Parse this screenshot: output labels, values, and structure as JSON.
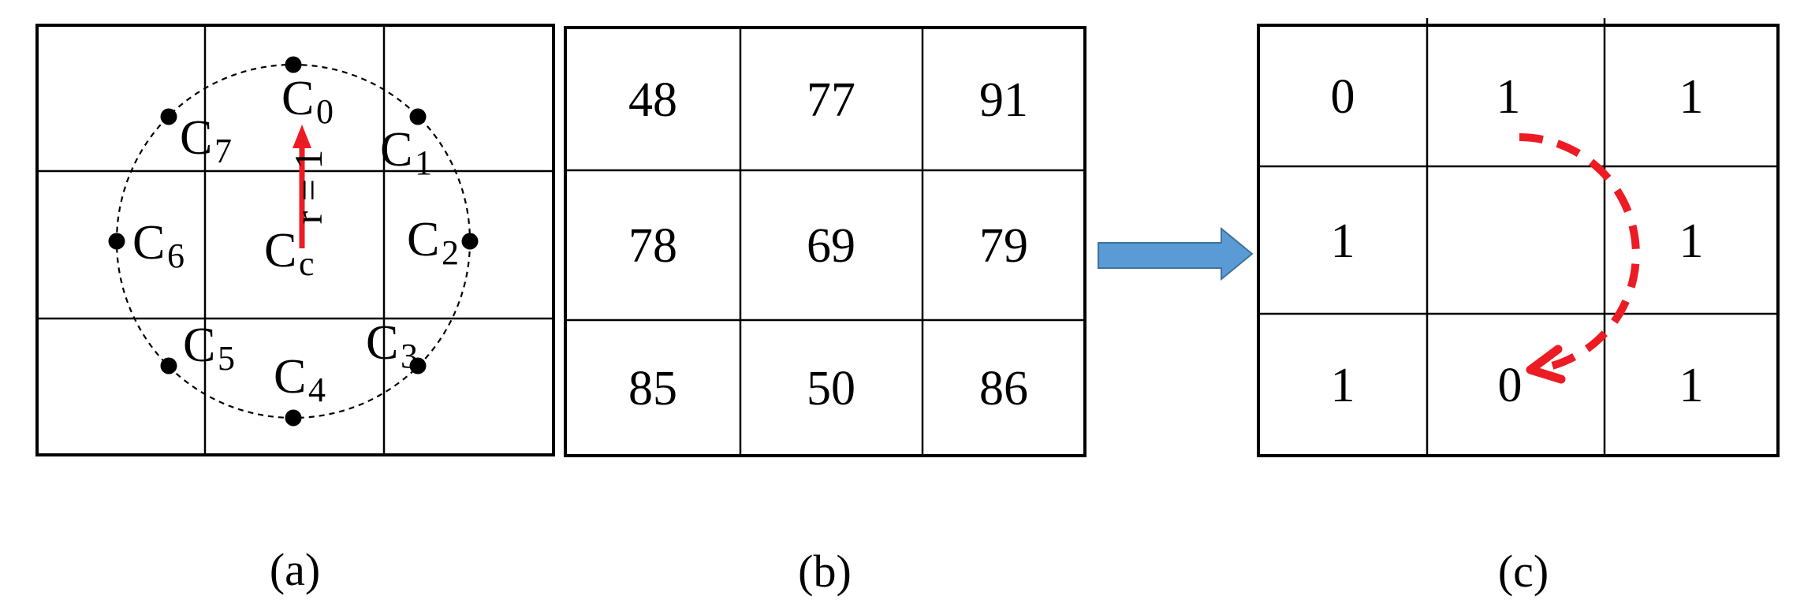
{
  "panel_a": {
    "caption": "(a)",
    "radius_label": "r = 1",
    "center_point": {
      "base": "C",
      "sub": "c"
    },
    "neighbor_points": [
      {
        "base": "C",
        "sub": "0"
      },
      {
        "base": "C",
        "sub": "1"
      },
      {
        "base": "C",
        "sub": "2"
      },
      {
        "base": "C",
        "sub": "3"
      },
      {
        "base": "C",
        "sub": "4"
      },
      {
        "base": "C",
        "sub": "5"
      },
      {
        "base": "C",
        "sub": "6"
      },
      {
        "base": "C",
        "sub": "7"
      }
    ]
  },
  "panel_b": {
    "caption": "(b)",
    "cells": [
      [
        "48",
        "77",
        "91"
      ],
      [
        "78",
        "69",
        "79"
      ],
      [
        "85",
        "50",
        "86"
      ]
    ]
  },
  "panel_c": {
    "caption": "(c)",
    "cells": [
      [
        "0",
        "1",
        "1"
      ],
      [
        "1",
        "",
        "1"
      ],
      [
        "1",
        "0",
        "1"
      ]
    ]
  },
  "colors": {
    "red_accent": "#EC1C24",
    "blue_arrow_fill": "#5B9BD5",
    "blue_arrow_stroke": "#41719C",
    "line_black": "#000000"
  }
}
